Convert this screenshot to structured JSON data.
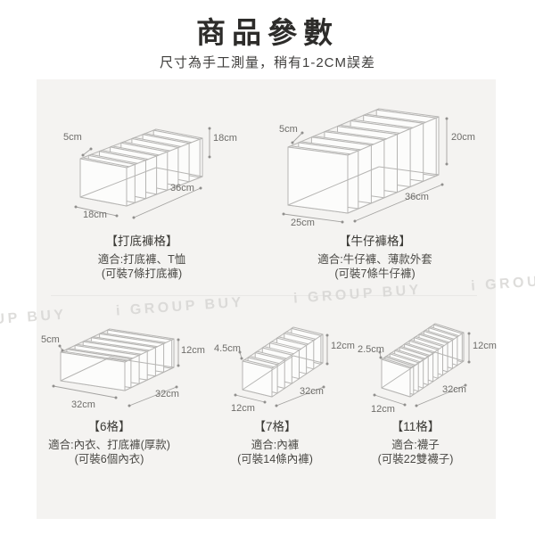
{
  "header": {
    "title": "商品參數",
    "subtitle": "尺寸為手工測量，稍有1-2CM誤差"
  },
  "watermark": {
    "text": "i GROUP BUY"
  },
  "products": [
    {
      "id": "legging-grid",
      "compartments": 7,
      "dims": {
        "slot_width": "5cm",
        "height": "18cm",
        "length": "36cm",
        "depth": "18cm"
      },
      "caption": {
        "title": "【打底褲格】",
        "fit": "適合:打底褲、T恤",
        "capacity": "(可裝7條打底褲)"
      }
    },
    {
      "id": "jeans-grid",
      "compartments": 7,
      "dims": {
        "slot_width": "5cm",
        "height": "20cm",
        "length": "36cm",
        "depth": "25cm"
      },
      "caption": {
        "title": "【牛仔褲格】",
        "fit": "適合:牛仔褲、薄款外套",
        "capacity": "(可裝7條牛仔褲)"
      }
    },
    {
      "id": "six-grid",
      "compartments": 6,
      "dims": {
        "slot_width": "5cm",
        "height": "12cm",
        "length": "32cm",
        "depth": "32cm"
      },
      "caption": {
        "title": "【6格】",
        "fit": "適合:內衣、打底褲(厚款)",
        "capacity": "(可裝6個內衣)"
      }
    },
    {
      "id": "seven-grid",
      "compartments": 7,
      "dims": {
        "slot_width": "4.5cm",
        "height": "12cm",
        "length": "32cm",
        "depth": "12cm"
      },
      "caption": {
        "title": "【7格】",
        "fit": "適合:內褲",
        "capacity": "(可裝14條內褲)"
      }
    },
    {
      "id": "eleven-grid",
      "compartments": 11,
      "dims": {
        "slot_width": "2.5cm",
        "height": "12cm",
        "length": "32cm",
        "depth": "12cm"
      },
      "caption": {
        "title": "【11格】",
        "fit": "適合:襪子",
        "capacity": "(可裝22雙襪子)"
      }
    }
  ],
  "colors": {
    "panel_bg": "#f4f3f1",
    "wire_stroke": "#b6b5b3",
    "wire_fill": "#fcfcfb",
    "annotation": "#a3a2a0",
    "watermark": "#d6d5d3",
    "text_dark": "#2d2c2a"
  }
}
